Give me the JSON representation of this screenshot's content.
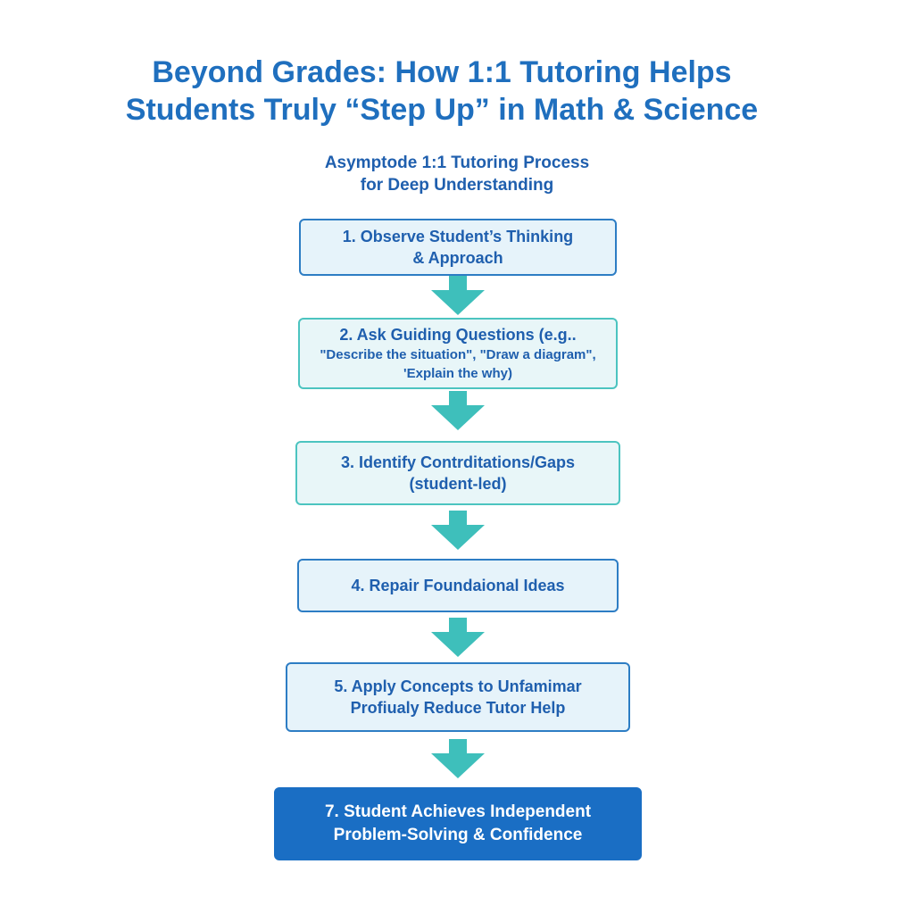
{
  "title": {
    "line1": "Beyond Grades: How 1:1 Tutoring Helps",
    "line2": "Students Truly “Step Up” in Math & Science"
  },
  "subtitle": {
    "line1": "Asymptode 1:1 Tutoring Process",
    "line2": "for Deep Understanding"
  },
  "steps": [
    {
      "line1": "1. Observe Student’s Thinking",
      "line2": "& Approach"
    },
    {
      "line1": "2. Ask Guiding Questions (e.g..",
      "line2": "\"Describe the situation\", \"Draw a diagram\",",
      "line3": "'Explain the why)"
    },
    {
      "line1": "3. Identify Contrditations/Gaps",
      "line2": "(student-led)"
    },
    {
      "line1": "4. Repair Foundaional Ideas"
    },
    {
      "line1": "5. Apply Concepts to Unfamimar",
      "line2": "Profiualy Reduce Tutor Help"
    },
    {
      "line1": "7. Student Achieves Independent",
      "line2": "Problem-Solving & Confidence"
    }
  ],
  "colors": {
    "title": "#1f6fbe",
    "box_border_blue": "#2d7dc4",
    "box_border_teal": "#4cc4c0",
    "box_fill": "#e6f3fa",
    "arrow": "#3ebfbb",
    "final_fill": "#1a6ec4"
  }
}
